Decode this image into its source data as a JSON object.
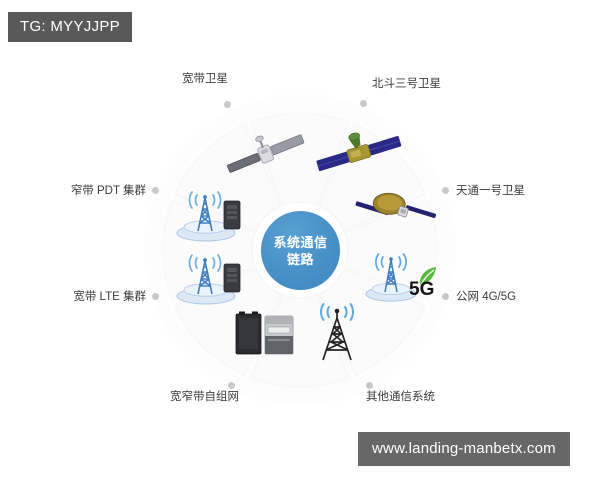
{
  "overlays": {
    "tg_badge": "TG: MYYJJPP",
    "site_badge": "www.landing-manbetx.com"
  },
  "diagram": {
    "type": "radial-hub-and-spoke",
    "hub": {
      "name": "system-communication-link",
      "line1": "系统通信",
      "line2": "链路",
      "color": "#4a93c9",
      "text_color": "#ffffff"
    },
    "segment_count": 8,
    "colors": {
      "segment_fill": "#fbfbfc",
      "outer_ring": "#f4f4f6",
      "gap": "#ffffff",
      "dot": "#c9c9c9",
      "label_text": "#3c3c3c",
      "tower_blue": "#3f7cc0",
      "tower_dark": "#2b2b2b",
      "wave_blue": "#5fa8de",
      "satellite_grey": "#8c8c96",
      "satellite_navy": "#2a2a86",
      "satellite_gold": "#a8882c",
      "leaf_green": "#4fae3d",
      "equipment_dark": "#2f3034"
    },
    "segments": [
      {
        "id": "broadband-satellite",
        "label": "宽带卫星",
        "position": "top-left",
        "icon": "satellite-grey-icon"
      },
      {
        "id": "beidou-3-satellite",
        "label": "北斗三号卫星",
        "position": "top-right",
        "icon": "satellite-navy-icon"
      },
      {
        "id": "tiantong-1-satellite",
        "label": "天通一号卫星",
        "position": "right-upper",
        "icon": "satellite-gold-dish-icon"
      },
      {
        "id": "public-network-4g-5g",
        "label": "公网 4G/5G",
        "position": "right-lower",
        "icon": "tower-5g-leaf-icon",
        "icon_text": "5G"
      },
      {
        "id": "other-communication-systems",
        "label": "其他通信系统",
        "position": "bottom-right",
        "icon": "tower-dark-icon"
      },
      {
        "id": "broadband-narrowband-adhoc-network",
        "label": "宽窄带自组网",
        "position": "bottom-left",
        "icon": "equipment-boxes-icon"
      },
      {
        "id": "broadband-lte-cluster",
        "label": "宽带 LTE 集群",
        "position": "left-lower",
        "icon": "tower-blue-server-icon"
      },
      {
        "id": "narrowband-pdt-cluster",
        "label": "窄带 PDT 集群",
        "position": "left-upper",
        "icon": "tower-blue-server-icon"
      }
    ]
  }
}
